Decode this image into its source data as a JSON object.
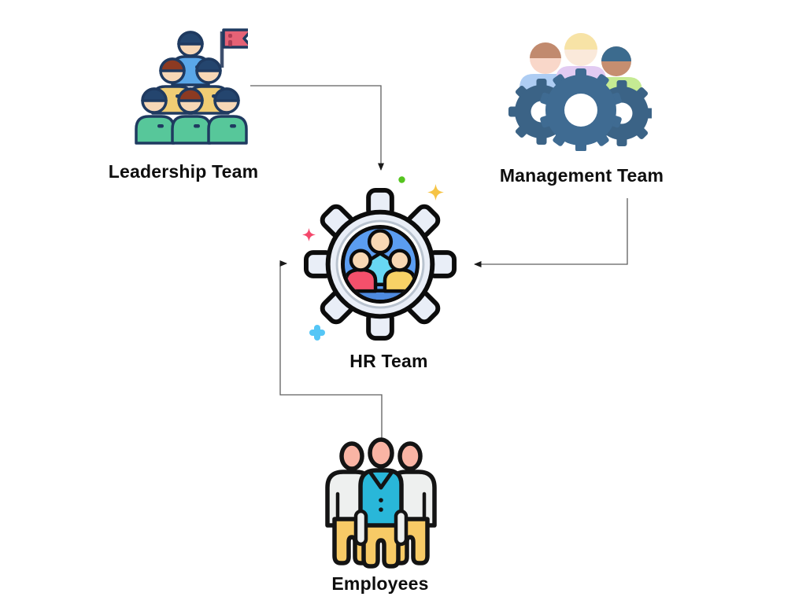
{
  "diagram": {
    "type": "flow-diagram",
    "background": "#ffffff",
    "nodes": [
      {
        "id": "leadership",
        "label": "Leadership Team",
        "icon": "leadership-team-icon",
        "position": "top-left"
      },
      {
        "id": "management",
        "label": "Management Team",
        "icon": "management-gears-icon",
        "position": "top-right"
      },
      {
        "id": "hr",
        "label": "HR Team",
        "icon": "hr-gear-people-icon",
        "position": "center"
      },
      {
        "id": "employees",
        "label": "Employees",
        "icon": "employees-icon",
        "position": "bottom-center"
      }
    ],
    "edges": [
      {
        "from": "Leadership Team",
        "to": "HR Team",
        "route": "right-then-down",
        "arrow": "down"
      },
      {
        "from": "Management Team",
        "to": "HR Team",
        "route": "down-then-left",
        "arrow": "left"
      },
      {
        "from": "Employees",
        "to": "HR Team",
        "route": "up-left-up",
        "arrow": "right"
      }
    ],
    "decorations": [
      {
        "name": "sparkle-dot-green",
        "color": "#55c41f"
      },
      {
        "name": "sparkle-star-gold",
        "color": "#f6c445"
      },
      {
        "name": "sparkle-star-pink",
        "color": "#f4476b"
      },
      {
        "name": "sparkle-plus-cyan",
        "color": "#55c6f6"
      }
    ],
    "colors": {
      "label_text": "#0e0e0e",
      "connector_line": "#5f5f5f",
      "arrowhead": "#1a1a1a",
      "hr_gear_body": "#e9eef7",
      "hr_inner_blue": "#5b9df1",
      "management_gear": "#3b6386",
      "leadership_outline": "#1f3a60",
      "skin": "#f7d7b6"
    }
  }
}
